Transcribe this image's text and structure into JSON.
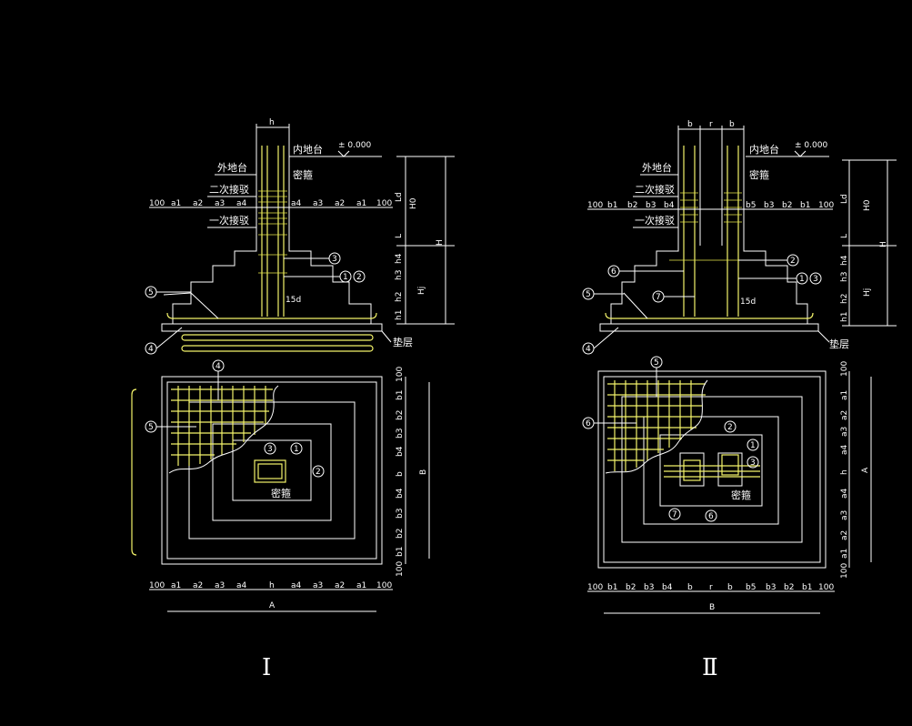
{
  "colors": {
    "background": "#000000",
    "line": "#ffffff",
    "rebar": "#f4f46a"
  },
  "drawing_I": {
    "section": {
      "top_dim": "h",
      "level": "± 0.000",
      "outer_floor": "外地台",
      "inner_floor": "内地台",
      "second_lap": "二次接驳",
      "first_lap": "一次接驳",
      "stirrup": "密箍",
      "dim_row": [
        "100",
        "a1",
        "a2",
        "a3",
        "a4",
        "a4",
        "a3",
        "a2",
        "a1",
        "100"
      ],
      "right_dims": [
        "H0",
        "Ld",
        "L",
        "h4",
        "h3",
        "h2",
        "h1"
      ],
      "H": "H",
      "Hj": "Hj",
      "anchor": "15d",
      "cushion": "垫层",
      "callouts": [
        "3",
        "1",
        "2",
        "5",
        "4"
      ]
    },
    "plan": {
      "stirrup": "密箍",
      "callouts": [
        "4",
        "5",
        "3",
        "1",
        "2"
      ],
      "right_dims": [
        "100",
        "b1",
        "b2",
        "b3",
        "b4",
        "b",
        "b4",
        "b3",
        "b2",
        "b1",
        "100"
      ],
      "B": "B",
      "bottom_dims": [
        "100",
        "a1",
        "a2",
        "a3",
        "a4",
        "h",
        "a4",
        "a3",
        "a2",
        "a1",
        "100"
      ],
      "A": "A"
    },
    "roman": "Ⅰ"
  },
  "drawing_II": {
    "section": {
      "top_dims": [
        "b",
        "r",
        "b"
      ],
      "level": "± 0.000",
      "outer_floor": "外地台",
      "inner_floor": "内地台",
      "second_lap": "二次接驳",
      "first_lap": "一次接驳",
      "stirrup": "密箍",
      "dim_row": [
        "100",
        "b1",
        "b2",
        "b3",
        "b4",
        "b5",
        "b3",
        "b2",
        "b1",
        "100"
      ],
      "right_dims": [
        "H0",
        "Ld",
        "L",
        "h4",
        "h3",
        "h2",
        "h1"
      ],
      "H": "H",
      "Hj": "Hj",
      "anchor": "15d",
      "cushion": "垫层",
      "callouts": [
        "2",
        "6",
        "1",
        "3",
        "5",
        "7",
        "4"
      ]
    },
    "plan": {
      "stirrup": "密箍",
      "callouts": [
        "5",
        "6",
        "2",
        "1",
        "3",
        "7",
        "6"
      ],
      "right_dims": [
        "100",
        "a1",
        "a2",
        "a3",
        "a4",
        "h",
        "a4",
        "a3",
        "a2",
        "a1",
        "100"
      ],
      "A": "A",
      "bottom_dims": [
        "100",
        "b1",
        "b2",
        "b3",
        "b4",
        "b",
        "r",
        "b",
        "b5",
        "b3",
        "b2",
        "b1",
        "100"
      ],
      "B": "B"
    },
    "roman": "Ⅱ"
  }
}
